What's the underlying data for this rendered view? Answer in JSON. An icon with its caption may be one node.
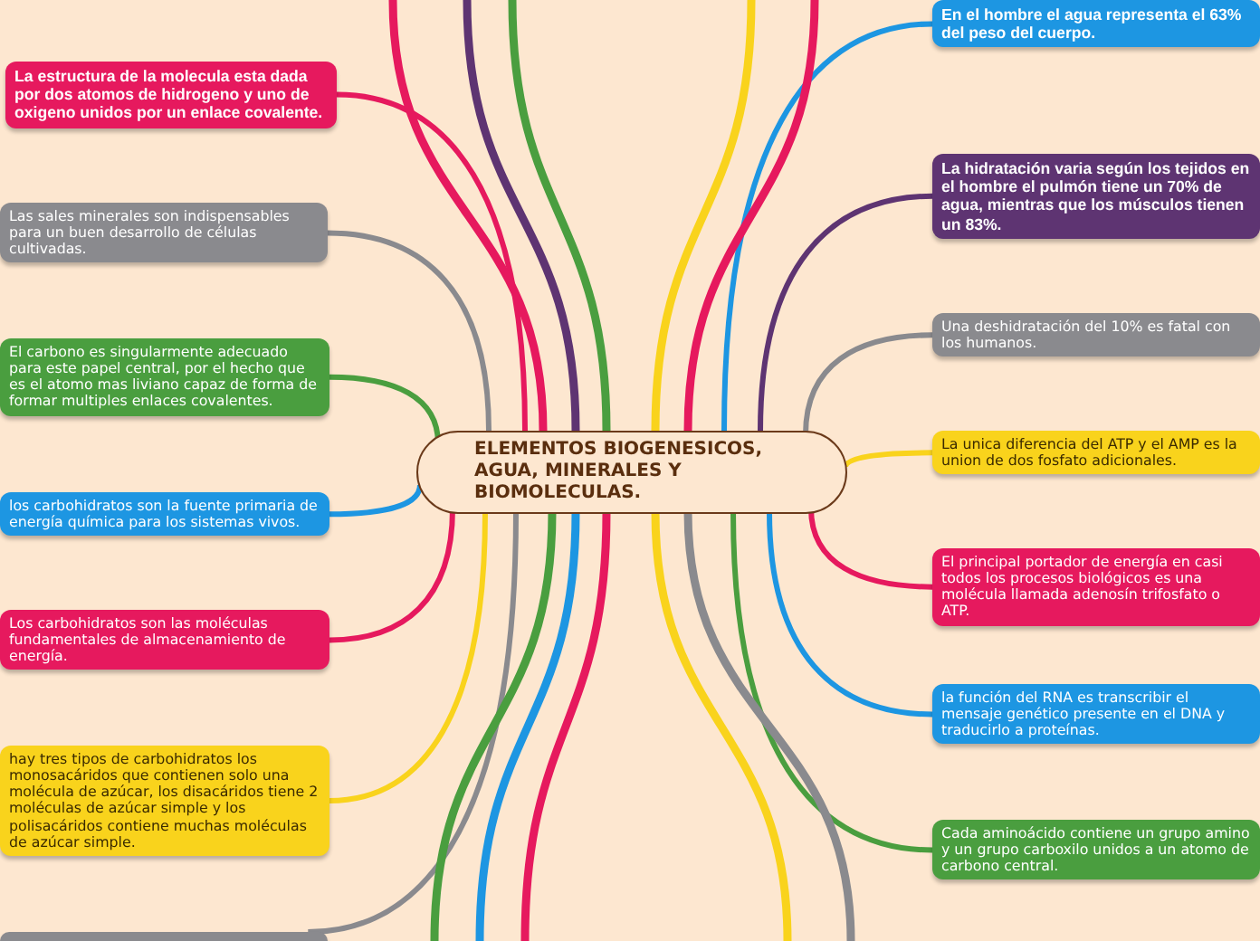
{
  "diagram": {
    "nodes": [
      {
        "text": [
          "ELEMENTOS BIOGENESICOS, AGUA, MINERALES Y BIOMOLECULAS."
        ]
      },
      {
        "text": [
          "La estructura de la molecula esta dada por dos atomos de hidrogeno y uno de oxigeno unidos por un enlace covalente."
        ]
      },
      {
        "text": [
          "Las sales minerales son indispensables para un buen desarrollo de células cultivadas."
        ]
      },
      {
        "text": [
          "El carbono es singularmente adecuado para este papel central, por el hecho que es el atomo mas liviano capaz de forma de formar multiples enlaces covalentes."
        ]
      },
      {
        "text": [
          "los carbohidratos son la fuente primaria de energía química para los sistemas vivos."
        ]
      },
      {
        "text": [
          "Los carbohidratos son las moléculas fundamentales de almacenamiento de energía."
        ]
      },
      {
        "text": [
          "hay tres tipos de carbohidratos los monosacáridos que contienen solo una molécula de azúcar, los disacáridos tiene 2 moléculas de azúcar simple y los polisacáridos  contiene muchas moléculas de azúcar simple."
        ]
      },
      {
        "text": [],
        "shape": "box"
      },
      {
        "text": [
          "En el hombre el agua representa el 63% del peso del cuerpo."
        ]
      },
      {
        "text": [
          "La hidratación varia según los tejidos en el hombre el pulmón tiene un 70% de agua, mientras que los músculos tienen un 83%."
        ]
      },
      {
        "text": [
          "Una deshidratación del 10% es fatal con los humanos."
        ]
      },
      {
        "text": [
          "La unica diferencia del ATP y el AMP es la union de dos fosfato adicionales."
        ]
      },
      {
        "text": [
          "El principal portador de energía en casi todos los procesos biológicos es una molécula llamada adenosín trifosfato o ATP."
        ]
      },
      {
        "text": [
          "la función del RNA es transcribir el mensaje genético presente en el DNA y traducirlo a proteínas."
        ]
      },
      {
        "text": [
          "Cada aminoácido contiene un grupo amino y un grupo carboxilo unidos a un atomo de carbono central."
        ]
      }
    ],
    "edges": [
      {
        "from": 0,
        "to": 1,
        "arrow": "none",
        "color": "#e6195e"
      },
      {
        "from": 0,
        "to": 2,
        "arrow": "none",
        "color": "#8a8a8e"
      },
      {
        "from": 0,
        "to": 3,
        "arrow": "none",
        "color": "#4a9e3f"
      },
      {
        "from": 0,
        "to": 4,
        "arrow": "none",
        "color": "#1d96e2"
      },
      {
        "from": 0,
        "to": 5,
        "arrow": "none",
        "color": "#e6195e"
      },
      {
        "from": 0,
        "to": 6,
        "arrow": "none",
        "color": "#f9d31c"
      },
      {
        "from": 0,
        "to": 7,
        "arrow": "none",
        "color": "#8a8a8e"
      },
      {
        "from": 0,
        "to": 8,
        "arrow": "none",
        "color": "#1d96e2"
      },
      {
        "from": 0,
        "to": 9,
        "arrow": "none",
        "color": "#5e3472"
      },
      {
        "from": 0,
        "to": 10,
        "arrow": "none",
        "color": "#8a8a8e"
      },
      {
        "from": 0,
        "to": 11,
        "arrow": "none",
        "color": "#f9d31c"
      },
      {
        "from": 0,
        "to": 12,
        "arrow": "none",
        "color": "#e6195e"
      },
      {
        "from": 0,
        "to": 13,
        "arrow": "none",
        "color": "#1d96e2"
      },
      {
        "from": 0,
        "to": 14,
        "arrow": "none",
        "color": "#4a9e3f"
      },
      {
        "from": 0,
        "to": null,
        "arrow": "none",
        "color": "#e6195e"
      },
      {
        "from": 0,
        "to": null,
        "arrow": "none",
        "color": "#5e3472"
      },
      {
        "from": 0,
        "to": null,
        "arrow": "none",
        "color": "#4a9e3f"
      },
      {
        "from": 0,
        "to": null,
        "arrow": "none",
        "color": "#f9d31c"
      },
      {
        "from": 0,
        "to": null,
        "arrow": "none",
        "color": "#e6195e"
      },
      {
        "from": 0,
        "to": null,
        "arrow": "none",
        "color": "#4a9e3f"
      },
      {
        "from": 0,
        "to": null,
        "arrow": "none",
        "color": "#1d96e2"
      },
      {
        "from": 0,
        "to": null,
        "arrow": "none",
        "color": "#e6195e"
      },
      {
        "from": 0,
        "to": null,
        "arrow": "none",
        "color": "#f9d31c"
      },
      {
        "from": 0,
        "to": null,
        "arrow": "none",
        "color": "#8a8a8e"
      }
    ]
  }
}
